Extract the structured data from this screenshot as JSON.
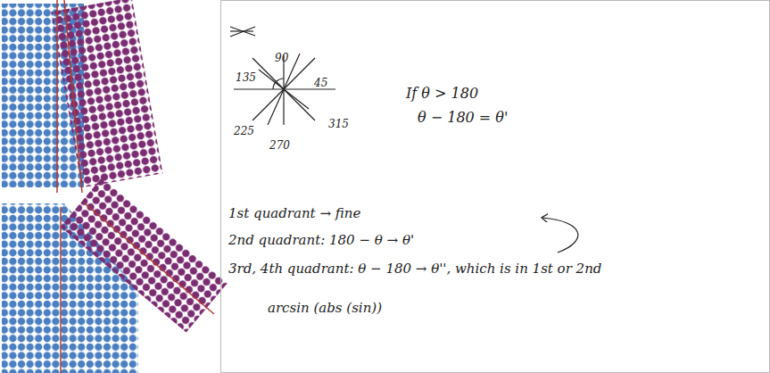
{
  "diagram": {
    "labels": [
      "135",
      "90",
      "45",
      "225",
      "270",
      "315",
      "If θ > 180",
      "θ − 180 = θ'",
      "1st quadrant → fine",
      "2nd quadrant: 180 − θ → θ'",
      "3rd, 4th quadrant: θ − 180 → θ'', which is in 1st or 2nd",
      "arcsin (abs (sin))"
    ]
  }
}
